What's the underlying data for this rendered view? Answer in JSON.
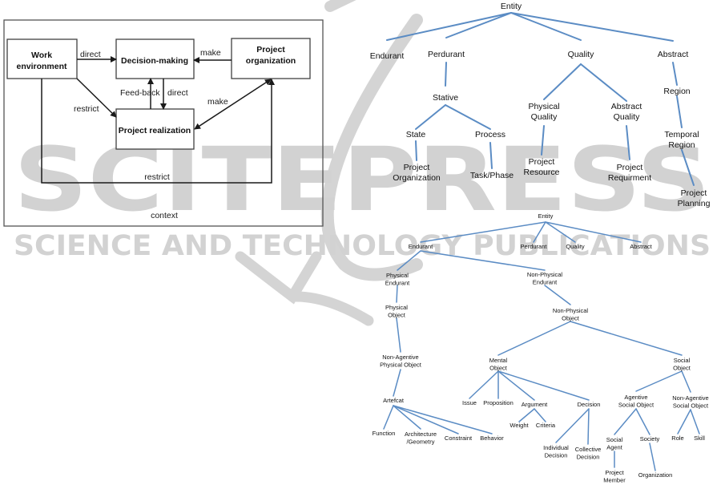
{
  "watermark": {
    "main": "SCITEPRESS",
    "sub": "SCIENCE AND TECHNOLOGY PUBLICATIONS",
    "color": "#d2d2d2"
  },
  "context_diagram": {
    "frame_label": "context",
    "boxes": [
      {
        "id": "work",
        "lines": [
          "Work",
          "environment"
        ]
      },
      {
        "id": "decision",
        "lines": [
          "Decision-making"
        ]
      },
      {
        "id": "org",
        "lines": [
          "Project",
          "organization"
        ]
      },
      {
        "id": "realization",
        "lines": [
          "Project realization"
        ]
      }
    ],
    "arrows": [
      {
        "from": "work",
        "to": "decision",
        "label": "direct"
      },
      {
        "from": "org",
        "to": "decision",
        "label": "make"
      },
      {
        "from": "work",
        "to": "realization",
        "label": "restrict"
      },
      {
        "from": "realization",
        "to": "decision",
        "label": "Feed-back"
      },
      {
        "from": "decision",
        "to": "realization",
        "label": "direct"
      },
      {
        "from": "org",
        "to": "realization",
        "label": "make",
        "bidirectional": true
      },
      {
        "from": "work",
        "to": "org",
        "label": "restrict"
      }
    ]
  },
  "ontology_top": {
    "edge_color": "#5b8cc4",
    "nodes": [
      {
        "id": "entity",
        "lines": [
          "Entity"
        ]
      },
      {
        "id": "endurant",
        "lines": [
          "Endurant"
        ]
      },
      {
        "id": "perdurant",
        "lines": [
          "Perdurant"
        ]
      },
      {
        "id": "quality",
        "lines": [
          "Quality"
        ]
      },
      {
        "id": "abstract",
        "lines": [
          "Abstract"
        ]
      },
      {
        "id": "stative",
        "lines": [
          "Stative"
        ]
      },
      {
        "id": "physq",
        "lines": [
          "Physical",
          "Quality"
        ]
      },
      {
        "id": "absq",
        "lines": [
          "Abstract",
          "Quality"
        ]
      },
      {
        "id": "region",
        "lines": [
          "Region"
        ]
      },
      {
        "id": "state",
        "lines": [
          "State"
        ]
      },
      {
        "id": "process",
        "lines": [
          "Process"
        ]
      },
      {
        "id": "temporal",
        "lines": [
          "Temporal",
          "Region"
        ]
      },
      {
        "id": "porg",
        "lines": [
          "Project",
          "Organization"
        ]
      },
      {
        "id": "task",
        "lines": [
          "Task/Phase"
        ]
      },
      {
        "id": "pres",
        "lines": [
          "Project",
          "Resource"
        ]
      },
      {
        "id": "preq",
        "lines": [
          "Project",
          "Requirment"
        ]
      },
      {
        "id": "pplan",
        "lines": [
          "Project",
          "Planning"
        ]
      }
    ],
    "edges": [
      [
        "entity",
        "endurant"
      ],
      [
        "entity",
        "perdurant"
      ],
      [
        "entity",
        "quality"
      ],
      [
        "entity",
        "abstract"
      ],
      [
        "perdurant",
        "stative"
      ],
      [
        "quality",
        "physq"
      ],
      [
        "quality",
        "absq"
      ],
      [
        "abstract",
        "region"
      ],
      [
        "stative",
        "state"
      ],
      [
        "stative",
        "process"
      ],
      [
        "region",
        "temporal"
      ],
      [
        "state",
        "porg"
      ],
      [
        "process",
        "task"
      ],
      [
        "physq",
        "pres"
      ],
      [
        "absq",
        "preq"
      ],
      [
        "temporal",
        "pplan"
      ]
    ]
  },
  "ontology_bottom": {
    "edge_color": "#5b8cc4",
    "nodes": [
      {
        "id": "entity",
        "lines": [
          "Entity"
        ]
      },
      {
        "id": "endurant",
        "lines": [
          "Endurant"
        ]
      },
      {
        "id": "perdurant",
        "lines": [
          "Perdurant"
        ]
      },
      {
        "id": "quality",
        "lines": [
          "Quality"
        ]
      },
      {
        "id": "abstract",
        "lines": [
          "Abstract"
        ]
      },
      {
        "id": "physend",
        "lines": [
          "Physical",
          "Endurant"
        ]
      },
      {
        "id": "nonphysend",
        "lines": [
          "Non-Physical",
          "Endurant"
        ]
      },
      {
        "id": "physobj",
        "lines": [
          "Physical",
          "Object"
        ]
      },
      {
        "id": "nonphysobj",
        "lines": [
          "Non-Physical",
          "Object"
        ]
      },
      {
        "id": "nonagphys",
        "lines": [
          "Non-Agentive",
          "Physical Object"
        ]
      },
      {
        "id": "mental",
        "lines": [
          "Mental",
          "Object"
        ]
      },
      {
        "id": "social",
        "lines": [
          "Social",
          "Object"
        ]
      },
      {
        "id": "artefact",
        "lines": [
          "Artefcat"
        ]
      },
      {
        "id": "issue",
        "lines": [
          "Issue"
        ]
      },
      {
        "id": "proposition",
        "lines": [
          "Proposition"
        ]
      },
      {
        "id": "argument",
        "lines": [
          "Argument"
        ]
      },
      {
        "id": "decision",
        "lines": [
          "Decision"
        ]
      },
      {
        "id": "agsocial",
        "lines": [
          "Agentive",
          "Social Object"
        ]
      },
      {
        "id": "nonagsocial",
        "lines": [
          "Non-Agentive",
          "Social Object"
        ]
      },
      {
        "id": "function",
        "lines": [
          "Function"
        ]
      },
      {
        "id": "architecture",
        "lines": [
          "Architecture",
          "/Geometry"
        ]
      },
      {
        "id": "constraint",
        "lines": [
          "Constraint"
        ]
      },
      {
        "id": "behavior",
        "lines": [
          "Behavior"
        ]
      },
      {
        "id": "weight",
        "lines": [
          "Weight"
        ]
      },
      {
        "id": "criteria",
        "lines": [
          "Criteria"
        ]
      },
      {
        "id": "inddec",
        "lines": [
          "Individual",
          "Decision"
        ]
      },
      {
        "id": "coldec",
        "lines": [
          "Collective",
          "Decision"
        ]
      },
      {
        "id": "socagent",
        "lines": [
          "Social",
          "Agent"
        ]
      },
      {
        "id": "society",
        "lines": [
          "Society"
        ]
      },
      {
        "id": "role",
        "lines": [
          "Role"
        ]
      },
      {
        "id": "skill",
        "lines": [
          "Skill"
        ]
      },
      {
        "id": "member",
        "lines": [
          "Project",
          "Member"
        ]
      },
      {
        "id": "organization",
        "lines": [
          "Organization"
        ]
      }
    ],
    "edges": [
      [
        "entity",
        "endurant"
      ],
      [
        "entity",
        "perdurant"
      ],
      [
        "entity",
        "quality"
      ],
      [
        "entity",
        "abstract"
      ],
      [
        "endurant",
        "physend"
      ],
      [
        "endurant",
        "nonphysend"
      ],
      [
        "physend",
        "physobj"
      ],
      [
        "nonphysend",
        "nonphysobj"
      ],
      [
        "physobj",
        "nonagphys"
      ],
      [
        "nonphysobj",
        "mental"
      ],
      [
        "nonphysobj",
        "social"
      ],
      [
        "nonagphys",
        "artefact"
      ],
      [
        "mental",
        "issue"
      ],
      [
        "mental",
        "proposition"
      ],
      [
        "mental",
        "argument"
      ],
      [
        "mental",
        "decision"
      ],
      [
        "social",
        "agsocial"
      ],
      [
        "social",
        "nonagsocial"
      ],
      [
        "artefact",
        "function"
      ],
      [
        "artefact",
        "architecture"
      ],
      [
        "artefact",
        "constraint"
      ],
      [
        "artefact",
        "behavior"
      ],
      [
        "argument",
        "weight"
      ],
      [
        "argument",
        "criteria"
      ],
      [
        "decision",
        "inddec"
      ],
      [
        "decision",
        "coldec"
      ],
      [
        "agsocial",
        "socagent"
      ],
      [
        "agsocial",
        "society"
      ],
      [
        "nonagsocial",
        "role"
      ],
      [
        "nonagsocial",
        "skill"
      ],
      [
        "socagent",
        "member"
      ],
      [
        "society",
        "organization"
      ]
    ]
  }
}
